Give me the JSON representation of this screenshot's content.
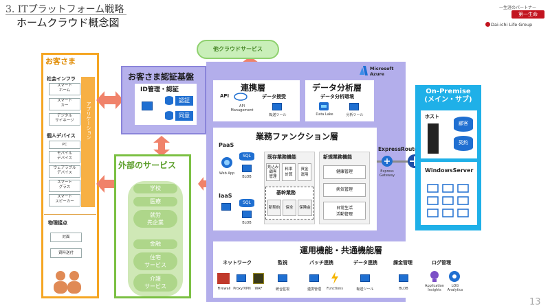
{
  "header": {
    "section_title": "3. ITプラットフォーム戦略",
    "subtitle": "ホームクラウド概念図"
  },
  "brand": {
    "tagline": "一生涯のパートナー",
    "badge": "第一生命",
    "name": "Dai-ichi Life Group"
  },
  "customers": {
    "title": "お客さま",
    "groups": [
      {
        "label": "社会インフラ",
        "items": [
          "スマート\nホーム",
          "スマート\nカー",
          "デジタル\nサイネージ"
        ]
      },
      {
        "label": "個人デバイス",
        "items": [
          "PC",
          "モバイル\nデバイス",
          "ウェアラブル\nデバイス",
          "スマート\nグラス",
          "スマート\nスピーカー"
        ]
      }
    ],
    "app_band": "アプリケーション",
    "physical": {
      "label": "物理接点",
      "items": [
        "対面",
        "資料送付"
      ]
    }
  },
  "cloud": {
    "label": "他クラウドサービス"
  },
  "auth": {
    "title": "お客さま認証基盤",
    "sub": "ID管理・認証",
    "items": [
      "認証",
      "同意"
    ]
  },
  "external": {
    "title": "外部のサービス",
    "items": [
      "学校",
      "医療",
      "就労\n先企業",
      "金融",
      "住宅\nサービス",
      "介護\nサービス"
    ]
  },
  "azure": {
    "label": "Microsoft\nAzure"
  },
  "integration": {
    "title": "連携層",
    "items": [
      {
        "head": "API",
        "sub": "API\nManagement"
      },
      {
        "head": "データ授受",
        "sub": "転送ツール"
      }
    ]
  },
  "analytics": {
    "title": "データ分析層",
    "sub": "データ分析環境",
    "items": [
      "Data Lake",
      "分析ツール"
    ]
  },
  "business": {
    "title": "業務ファンクション層",
    "paas": {
      "label": "PaaS",
      "items": [
        "Web App",
        "SQL",
        "BLOB"
      ]
    },
    "iaas": {
      "label": "IaaS",
      "items": [
        "SQL",
        "BLOB"
      ]
    },
    "existing": {
      "title": "既存業務機能",
      "items": [
        "見込み\n顧客\n管理",
        "料率\n計算",
        "資金\n運用"
      ]
    },
    "core": {
      "title": "基幹業務",
      "items": [
        "新契約",
        "保全",
        "保険金"
      ]
    },
    "new": {
      "title": "新規業務機能",
      "items": [
        "健康管理",
        "病気管理",
        "日常生活\n活動管理"
      ]
    }
  },
  "gateway": {
    "title": "ExpressRoute",
    "sub": "Express\nGateway"
  },
  "onprem": {
    "title": "On-Premise\n(メイン・サブ)",
    "host": {
      "label": "ホスト",
      "items": [
        "顧客",
        "契約"
      ]
    },
    "windows": {
      "label": "WindowsServer"
    }
  },
  "operations": {
    "title": "運用機能・共通機能層",
    "groups": [
      {
        "head": "ネットワーク",
        "items": [
          "Firewall",
          "Proxy/VPN",
          "WAF"
        ]
      },
      {
        "head": "監視",
        "items": [
          "統合監視"
        ]
      },
      {
        "head": "バッチ連携",
        "items": [
          "連携管理",
          "Functions"
        ]
      },
      {
        "head": "データ連携",
        "items": [
          "転送ツール"
        ]
      },
      {
        "head": "課金管理",
        "items": [
          "BLOB"
        ]
      },
      {
        "head": "ログ管理",
        "items": [
          "Application\nInsights",
          "LOG\nAnalytics"
        ]
      }
    ]
  },
  "page_number": "13",
  "colors": {
    "orange": "#f5a623",
    "green": "#7bc043",
    "azure_purple": "#b3aeeb",
    "onprem_blue": "#1fb0e8",
    "arrow_salmon": "#f0826a"
  }
}
